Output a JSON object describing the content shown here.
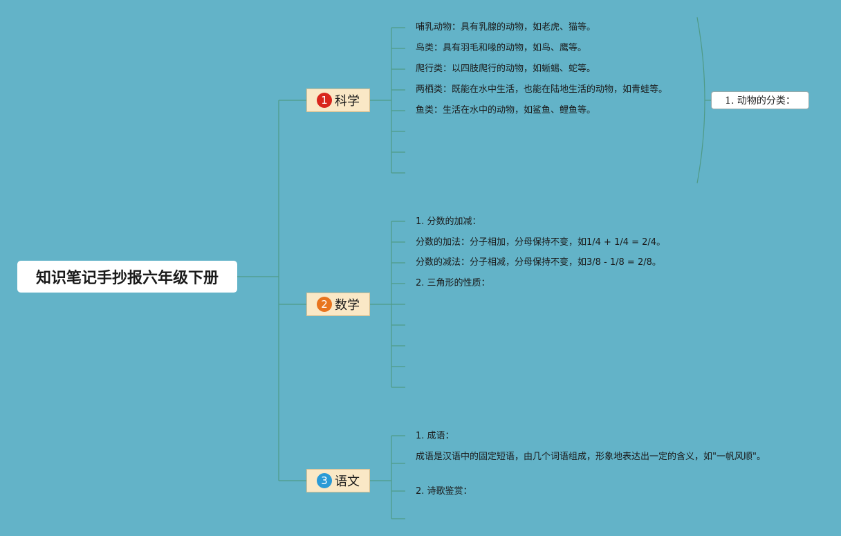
{
  "root": {
    "title": "知识笔记手抄报六年级下册"
  },
  "branches": [
    {
      "number": "1",
      "label": "科学",
      "color": "#d9261c",
      "items": [
        "哺乳动物：具有乳腺的动物，如老虎、猫等。",
        "鸟类：具有羽毛和喙的动物，如鸟、鹰等。",
        "爬行类：以四肢爬行的动物，如蜥蜴、蛇等。",
        "两栖类：既能在水中生活，也能在陆地生活的动物，如青蛙等。",
        "鱼类：生活在水中的动物，如鲨鱼、鲤鱼等。"
      ],
      "summary": "1. 动物的分类："
    },
    {
      "number": "2",
      "label": "数学",
      "color": "#e8741e",
      "items": [
        "1. 分数的加减：",
        "分数的加法：分子相加，分母保持不变，如1/4 + 1/4 = 2/4。",
        "分数的减法：分子相减，分母保持不变，如3/8 - 1/8 = 2/8。",
        "2. 三角形的性质："
      ]
    },
    {
      "number": "3",
      "label": "语文",
      "color": "#2a9ad6",
      "items": [
        "1. 成语：",
        "成语是汉语中的固定短语，由几个词语组成，形象地表达出一定的含义，如\"一帆风顺\"。",
        "2. 诗歌鉴赏："
      ]
    }
  ],
  "colors": {
    "background": "#63b3c8",
    "line": "#4f9a86"
  }
}
